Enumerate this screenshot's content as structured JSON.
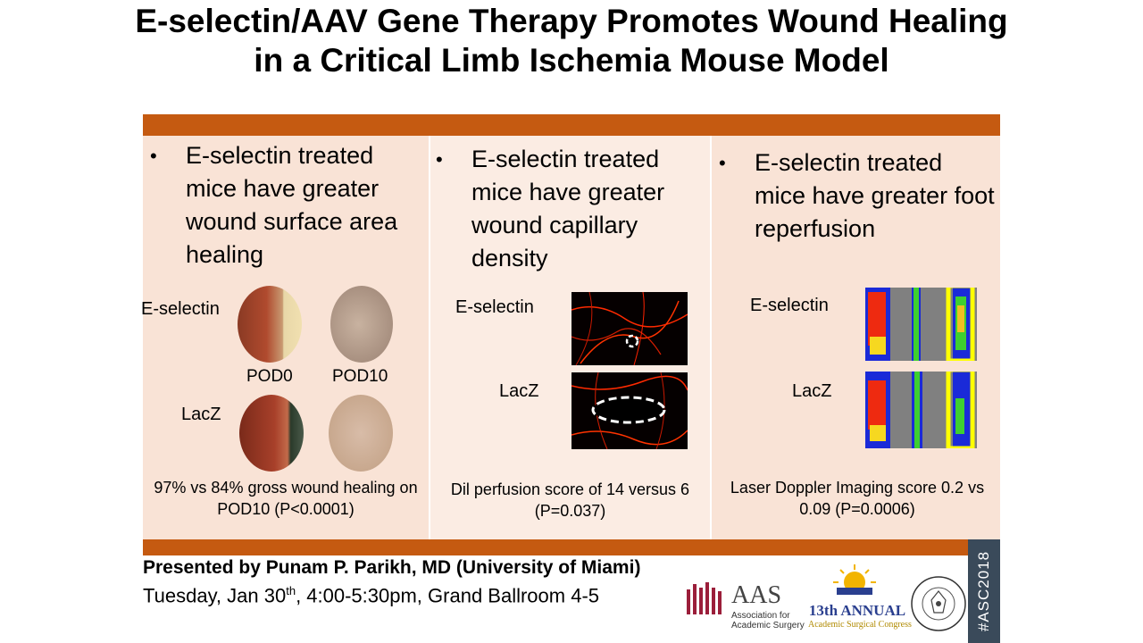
{
  "title": "E-selectin/AAV Gene Therapy Promotes Wound Healing in a Critical Limb Ischemia Mouse Model",
  "columns": [
    {
      "bullet": "E-selectin treated mice have greater wound surface area healing",
      "row_labels": [
        "E-selectin",
        "LacZ"
      ],
      "time_labels": [
        "POD0",
        "POD10"
      ],
      "caption": "97% vs 84% gross wound healing on POD10 (P<0.0001)"
    },
    {
      "bullet": "E-selectin treated mice have greater wound capillary density",
      "row_labels": [
        "E-selectin",
        "LacZ"
      ],
      "caption": "Dil perfusion score of 14 versus 6 (P=0.037)"
    },
    {
      "bullet": "E-selectin treated mice have greater foot reperfusion",
      "row_labels": [
        "E-selectin",
        "LacZ"
      ],
      "caption": "Laser Doppler Imaging score 0.2 vs 0.09 (P=0.0006)"
    }
  ],
  "footer": {
    "presenter": "Presented by Punam P. Parikh, MD (University of Miami)",
    "session_pre": "Tuesday, Jan 30",
    "session_sup": "th",
    "session_post": ", 4:00-5:30pm, Grand Ballroom 4-5"
  },
  "logos": {
    "aas_abbrev": "AAS",
    "aas_name_line1": "Association for",
    "aas_name_line2": "Academic Surgery",
    "asc_line1": "13th ANNUAL",
    "asc_line2": "Academic Surgical Congress"
  },
  "hashtag": "#ASC2018",
  "colors": {
    "accent_bar": "#c55a11",
    "panel_light": "#f9e3d6",
    "panel_lighter": "#fbece3",
    "highlight_box": "#ffff00",
    "hashtag_bg": "#3a4a5a"
  }
}
